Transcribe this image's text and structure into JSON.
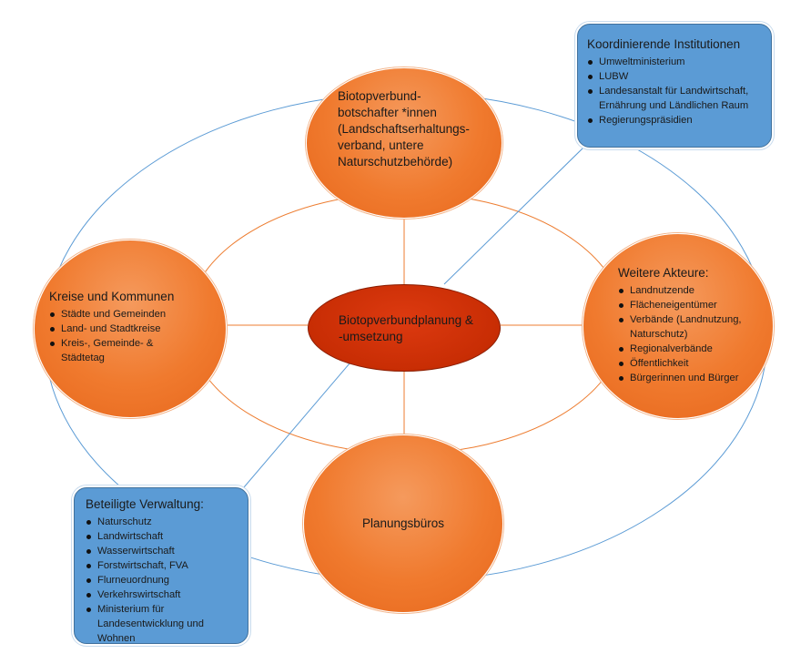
{
  "colors": {
    "circle": "#f07a2e",
    "center": "#c82d04",
    "box": "#5b9bd5",
    "outer_ellipse": "#5b9bd5",
    "inner_ellipse": "#ed7d31"
  },
  "center": {
    "title": "Biotopverbundplanung &\n-umsetzung"
  },
  "top": {
    "title": "Biotopverbund-\nbotschafter *innen\n(Landschaftserhaltungs-\nverband, untere\nNaturschutzbehörde)"
  },
  "left": {
    "title": "Kreise und Kommunen",
    "items": [
      "Städte und Gemeinden",
      "Land- und Stadtkreise",
      "Kreis-, Gemeinde- &\nStädtetag"
    ]
  },
  "right": {
    "title": "Weitere Akteure:",
    "items": [
      "Landnutzende",
      "Flächeneigentümer",
      "Verbände (Landnutzung,\nNaturschutz)",
      "Regionalverbände",
      "Öffentlichkeit",
      "Bürgerinnen und Bürger"
    ]
  },
  "bottom": {
    "title": "Planungsbüros"
  },
  "coordinating": {
    "title": "Koordinierende  Institutionen",
    "items": [
      "Umweltministerium",
      "LUBW",
      "Landesanstalt für Landwirtschaft,\nErnährung und Ländlichen Raum",
      "Regierungspräsidien"
    ]
  },
  "administration": {
    "title": "Beteiligte Verwaltung:",
    "items": [
      "Naturschutz",
      "Landwirtschaft",
      "Wasserwirtschaft",
      "Forstwirtschaft, FVA",
      "Flurneuordnung",
      "Verkehrswirtschaft",
      "Ministerium für\nLandesentwicklung und\nWohnen"
    ]
  }
}
